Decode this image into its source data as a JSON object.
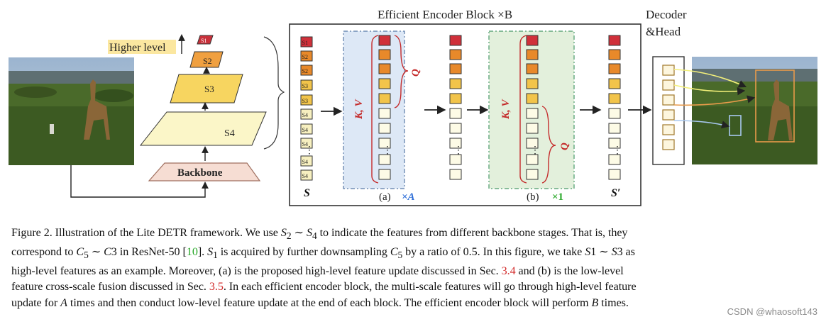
{
  "labels": {
    "higher_level": "Higher level",
    "s1": "S1",
    "s2": "S2",
    "s3": "S3",
    "s4": "S4",
    "backbone": "Backbone",
    "block_title": "Efficient Encoder Block ×B",
    "decoder_head_1": "Decoder",
    "decoder_head_2": "&Head",
    "kv": "K, V",
    "q": "Q",
    "col_s": "S",
    "col_s_prime": "S′",
    "panel_a": "(a)",
    "panel_a_rep": "×A",
    "panel_b": "(b)",
    "panel_b_rep": "×1",
    "dots": "⋮"
  },
  "caption": {
    "lines": [
      "Figure 2. Illustration of the Lite DETR framework. We use S₂ ∼ S₄ to indicate the features from different backbone stages. That is, they",
      "correspond to C₅ ∼ C3 in ResNet-50 [10]. S₁ is acquired by further downsampling C₅ by a ratio of 0.5. In this figure, we take S1 ∼ S3 as",
      "high-level features as an example. Moreover, (a) is the proposed high-level feature update discussed in Sec. 3.4 and (b) is the low-level",
      "feature cross-scale fusion discussed in Sec. 3.5. In each efficient encoder block, the multi-scale features will go through high-level feature",
      "update for A times and then conduct low-level feature update at the end of each block. The efficient encoder block will perform B times."
    ]
  },
  "watermark": "CSDN @whaosoft143",
  "colors": {
    "s1": "#d0303a",
    "s2": "#e8892a",
    "s3": "#f2c44a",
    "s4": "#f7f0c0",
    "panel_a": "#dde8f6",
    "panel_b": "#e3f0dc",
    "red": "#d22a2a",
    "blue": "#2f6fd8",
    "green": "#2aa82a",
    "backbone": "#f6ddd3"
  }
}
